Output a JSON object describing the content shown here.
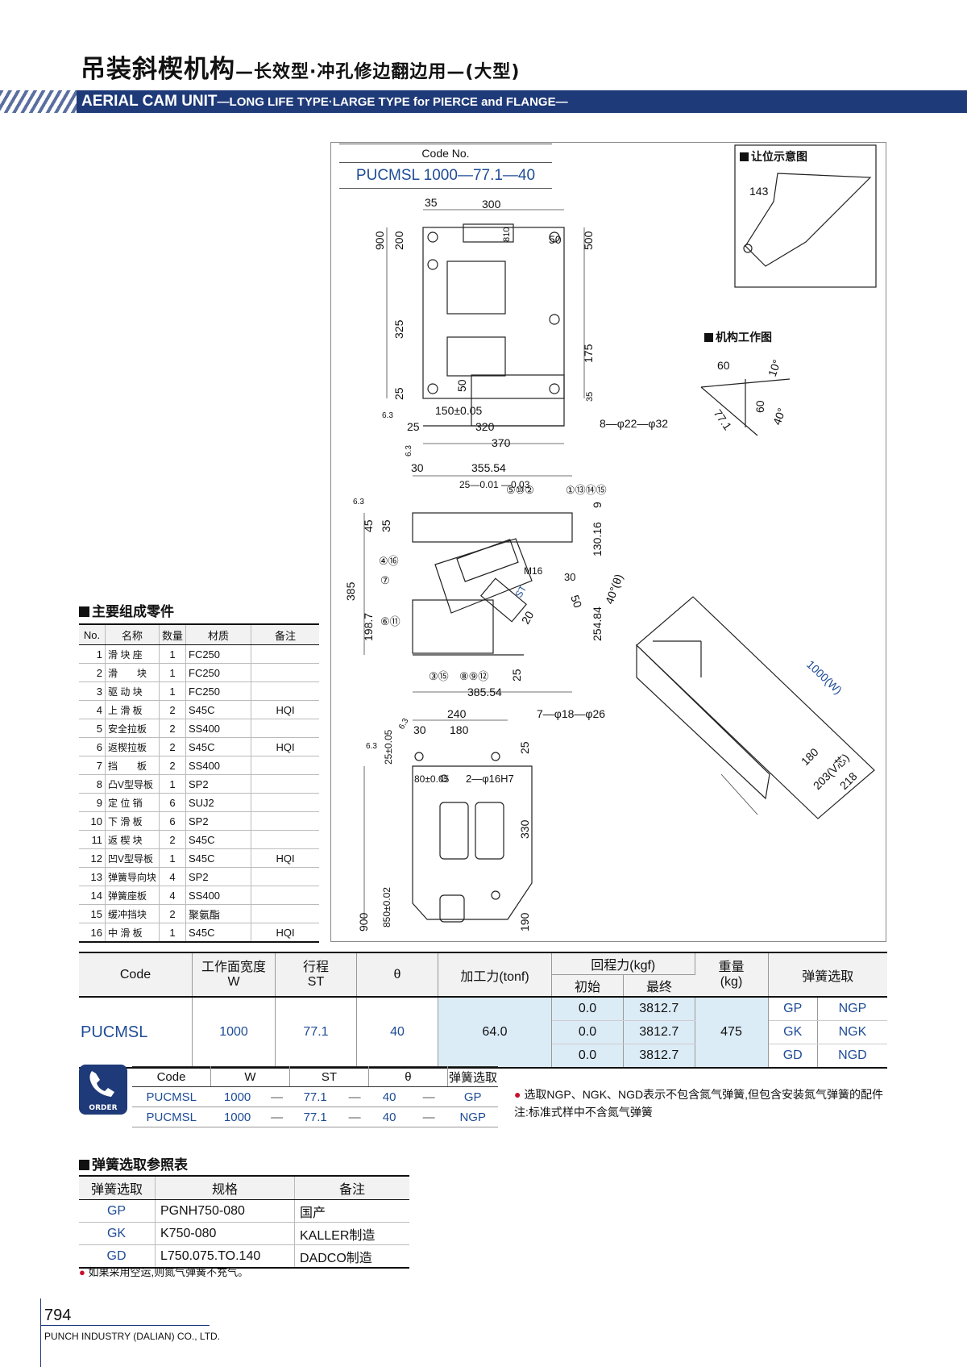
{
  "header": {
    "title_cn": "吊装斜楔机构",
    "title_cn_sub": "—长效型·冲孔修边翻边用—(大型)",
    "title_en": "AERIAL CAM UNIT",
    "title_en_sub": "—LONG LIFE TYPE·LARGE TYPE for PIERCE and FLANGE—"
  },
  "code_box": {
    "label": "Code No.",
    "value": "PUCMSL 1000—77.1—40"
  },
  "sections": {
    "clearance": "让位示意图",
    "operation": "机构工作图",
    "parts": "主要组成零件",
    "springs": "弹簧选取参照表"
  },
  "drawing_labels": {
    "top": {
      "d35": "35",
      "d300": "300",
      "d900": "900",
      "d200": "200",
      "d810": "810",
      "d50a": "50",
      "d500": "500",
      "d325": "325",
      "d175": "175",
      "d50b": "50",
      "d25a": "25",
      "d35b": "35",
      "d150": "150±0.05",
      "d25b": "25",
      "d320": "320",
      "d370": "370",
      "holes": "8—φ22—φ32",
      "r63a": "6.3",
      "r63b": "6.3"
    },
    "side": {
      "d30": "30",
      "d355": "355.54",
      "tol": "25—0.01 —0.03",
      "c5102": "⑤⑩②",
      "c1131415": "①⑬⑭⑮",
      "d9": "9",
      "d45": "45",
      "d35": "35",
      "d130": "130.16",
      "c416": "④⑯",
      "c7": "⑦",
      "m16": "M16",
      "d30b": "30",
      "d50": "50",
      "ang": "40°(θ)",
      "d385": "385",
      "d198": "198.7",
      "c611": "⑥⑪",
      "d254": "254.84",
      "d20": "20",
      "d25": "25",
      "c315": "③⑮",
      "c8912": "⑧⑨⑫",
      "d385b": "385.54",
      "st": "ST",
      "r63": "6.3"
    },
    "bottom": {
      "d240": "240",
      "d180": "180",
      "holes": "7—φ18—φ26",
      "d30": "30",
      "d25a": "25±0.05",
      "d25b": "25",
      "d80": "80±0.05",
      "pins": "2—φ16H7",
      "d330": "330",
      "d900": "900",
      "d850": "850±0.02",
      "d190": "190",
      "r63a": "6.3",
      "r63b": "6.3"
    },
    "clearance": {
      "d143": "143"
    },
    "operation": {
      "d60a": "60",
      "d10": "10°",
      "d60b": "60",
      "d40": "40°",
      "d77": "77.1"
    },
    "oblique": {
      "w": "1000(W)",
      "d180": "180",
      "d203": "203(V芯)",
      "d218": "218"
    }
  },
  "parts": {
    "headers": [
      "No.",
      "名称",
      "数量",
      "材质",
      "备注"
    ],
    "rows": [
      [
        "1",
        "滑 块 座",
        "1",
        "FC250",
        ""
      ],
      [
        "2",
        "滑　　块",
        "1",
        "FC250",
        ""
      ],
      [
        "3",
        "驱 动 块",
        "1",
        "FC250",
        ""
      ],
      [
        "4",
        "上 滑 板",
        "2",
        "S45C",
        "HQI"
      ],
      [
        "5",
        "安全拉板",
        "2",
        "SS400",
        ""
      ],
      [
        "6",
        "返楔拉板",
        "2",
        "S45C",
        "HQI"
      ],
      [
        "7",
        "挡　　板",
        "2",
        "SS400",
        ""
      ],
      [
        "8",
        "凸V型导板",
        "1",
        "SP2",
        ""
      ],
      [
        "9",
        "定 位 销",
        "6",
        "SUJ2",
        ""
      ],
      [
        "10",
        "下 滑 板",
        "6",
        "SP2",
        ""
      ],
      [
        "11",
        "返 楔 块",
        "2",
        "S45C",
        ""
      ],
      [
        "12",
        "凹V型导板",
        "1",
        "S45C",
        "HQI"
      ],
      [
        "13",
        "弹簧导向块",
        "4",
        "SP2",
        ""
      ],
      [
        "14",
        "弹簧座板",
        "4",
        "SS400",
        ""
      ],
      [
        "15",
        "缓冲挡块",
        "2",
        "聚氨酯",
        ""
      ],
      [
        "16",
        "中 滑 板",
        "1",
        "S45C",
        "HQI"
      ]
    ]
  },
  "spec": {
    "headers": {
      "code": "Code",
      "width": "工作面宽度",
      "width_sub": "W",
      "stroke": "行程",
      "stroke_sub": "ST",
      "theta": "θ",
      "force": "加工力(tonf)",
      "return": "回程力(kgf)",
      "initial": "初始",
      "final": "最终",
      "weight": "重量",
      "weight_sub": "(kg)",
      "spring": "弹簧选取"
    },
    "code": "PUCMSL",
    "w": "1000",
    "st": "77.1",
    "theta": "40",
    "force": "64.0",
    "weight": "475",
    "rows": [
      {
        "initial": "0.0",
        "final": "3812.7",
        "s1": "GP",
        "s2": "NGP"
      },
      {
        "initial": "0.0",
        "final": "3812.7",
        "s1": "GK",
        "s2": "NGK"
      },
      {
        "initial": "0.0",
        "final": "3812.7",
        "s1": "GD",
        "s2": "NGD"
      }
    ]
  },
  "order": {
    "icon_label": "ORDER",
    "headers": [
      "Code",
      "W",
      "ST",
      "θ",
      "弹簧选取"
    ],
    "rows": [
      [
        "PUCMSL",
        "1000",
        "—",
        "77.1",
        "—",
        "40",
        "—",
        "GP"
      ],
      [
        "PUCMSL",
        "1000",
        "—",
        "77.1",
        "—",
        "40",
        "—",
        "NGP"
      ]
    ]
  },
  "notes": {
    "spring_note": "选取NGP、NGK、NGD表示不包含氮气弹簧,但包含安装氮气弹簧的配件",
    "standard_note": "注:标准式样中不含氮气弹簧",
    "air_note": "如果采用空运,则氮气弹簧不充气。"
  },
  "springs": {
    "headers": [
      "弹簧选取",
      "规格",
      "备注"
    ],
    "rows": [
      [
        "GP",
        "PGNH750-080",
        "国产"
      ],
      [
        "GK",
        "K750-080",
        "KALLER制造"
      ],
      [
        "GD",
        "L750.075.TO.140",
        "DADCO制造"
      ]
    ]
  },
  "footer": {
    "page": "794",
    "company": "PUNCH INDUSTRY (DALIAN) CO., LTD."
  }
}
